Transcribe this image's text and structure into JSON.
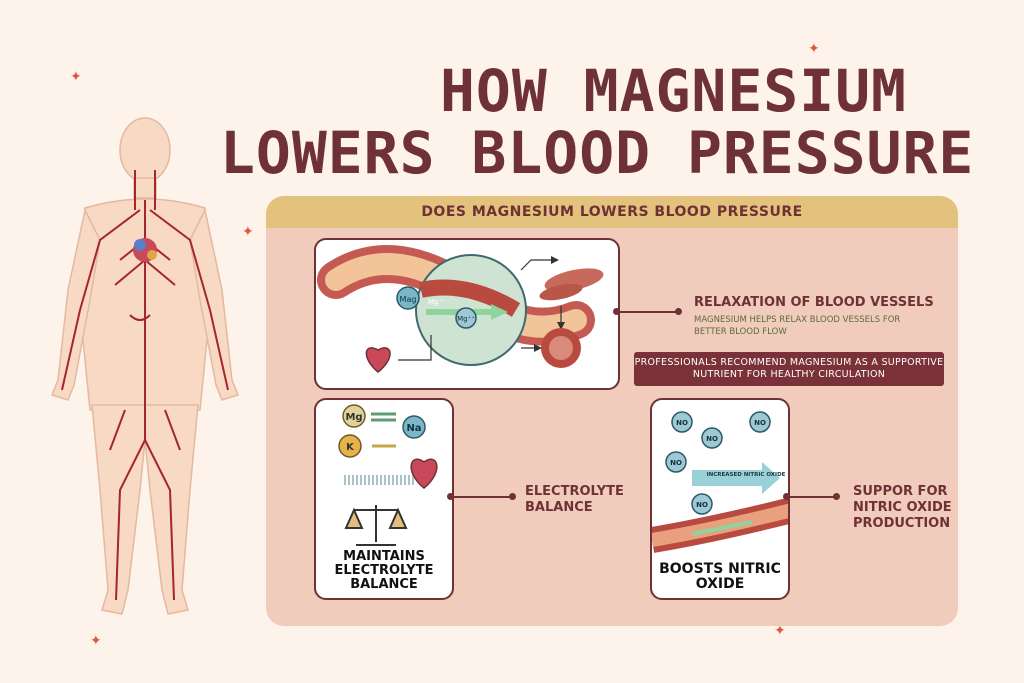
{
  "title": {
    "line1": "HOW MAGNESIUM",
    "line2": "LOWERS BLOOD PRESSURE"
  },
  "panel": {
    "header": "DOES MAGNESIUM LOWERS BLOOD PRESSURE"
  },
  "relaxation": {
    "title": "RELAXATION OF BLOOD VESSELS",
    "description": "MAGNESIUM HELPS RELAX BLOOD VESSELS FOR BETTER BLOOD FLOW",
    "labels": {
      "mag": "Mag",
      "mg1": "Mg⁺⁺",
      "mg2": "Mg⁺⁺"
    }
  },
  "banner": "PROFESSIONALS RECOMMEND MAGNESIUM AS A SUPPORTIVE NUTRIENT FOR HEALTHY CIRCULATION",
  "electrolyte": {
    "label": "ELECTROLYTE BALANCE",
    "caption": "MAINTAINS ELECTROLYTE BALANCE",
    "ions": {
      "mg": "Mg",
      "na": "Na",
      "k": "K"
    }
  },
  "nitric": {
    "label": "SUPPOR FOR NITRIC OXIDE PRODUCTION",
    "caption": "BOOSTS NITRIC OXIDE",
    "molecule": "NO",
    "arrow_text": "INCREASED NITRIC OXIDE"
  },
  "colors": {
    "background": "#fdf3ea",
    "title": "#6e3135",
    "panel": "#f1ccbd",
    "header_bar": "#e2c27c",
    "banner": "#7a3137",
    "accent": "#e0573a"
  }
}
